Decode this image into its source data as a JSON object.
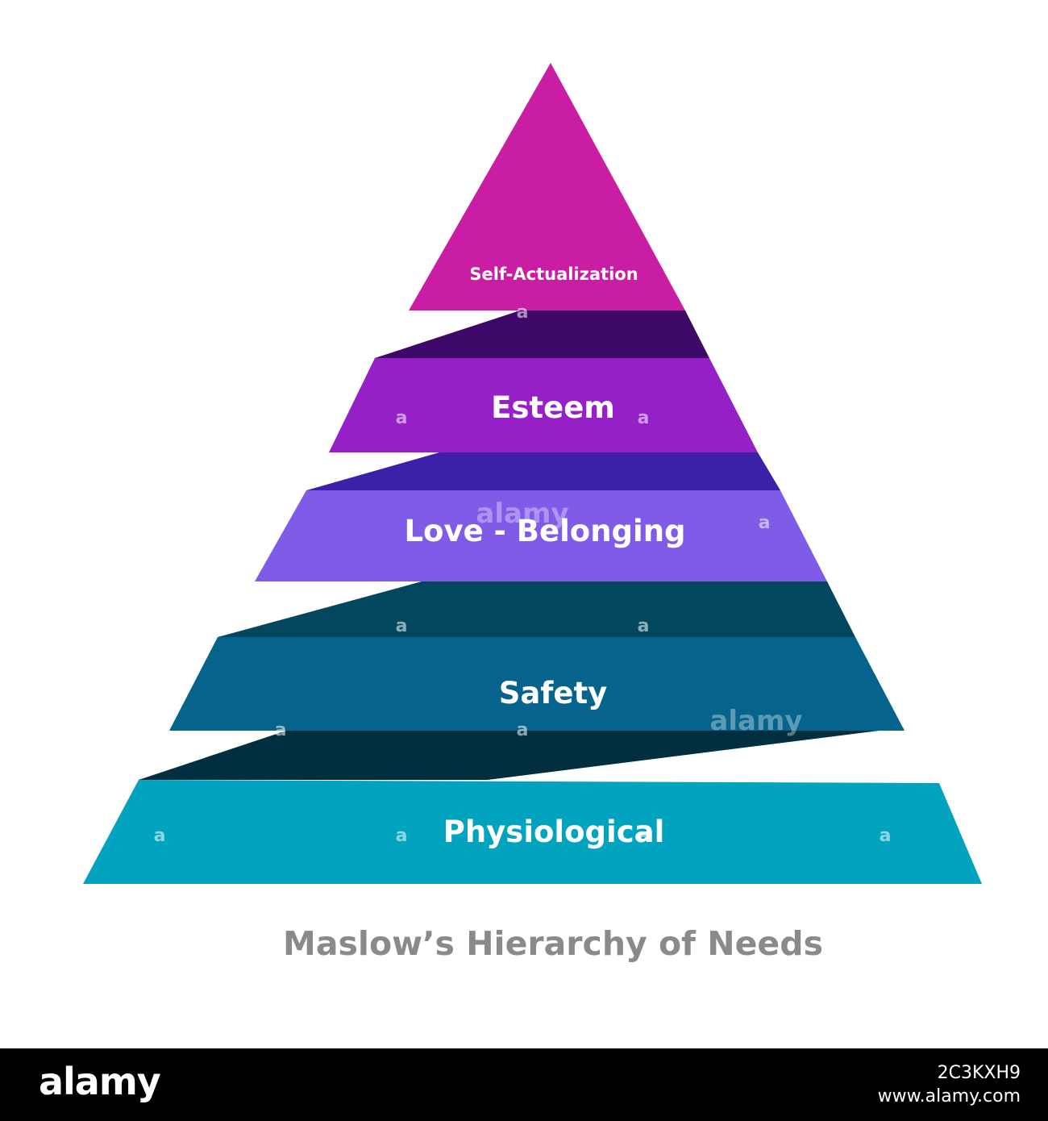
{
  "tiers": [
    {
      "label": "Self-Actualization",
      "color": "#c91da3"
    },
    {
      "label": "Esteem",
      "color": "#9520c6"
    },
    {
      "label": "Love - Belonging",
      "color": "#7f5be8"
    },
    {
      "label": "Safety",
      "color": "#05638c"
    },
    {
      "label": "Physiological",
      "color": "#01a3bf"
    }
  ],
  "connector_colors": [
    "#3d0868",
    "#3d20a8",
    "#03475f",
    "#022f3f"
  ],
  "title": "Maslow’s Hierarchy of Needs",
  "watermark": {
    "glyph": "a",
    "word": "alamy"
  },
  "footer": {
    "logo": "alamy",
    "image_id": "2C3KXH9",
    "site": "www.alamy.com"
  }
}
